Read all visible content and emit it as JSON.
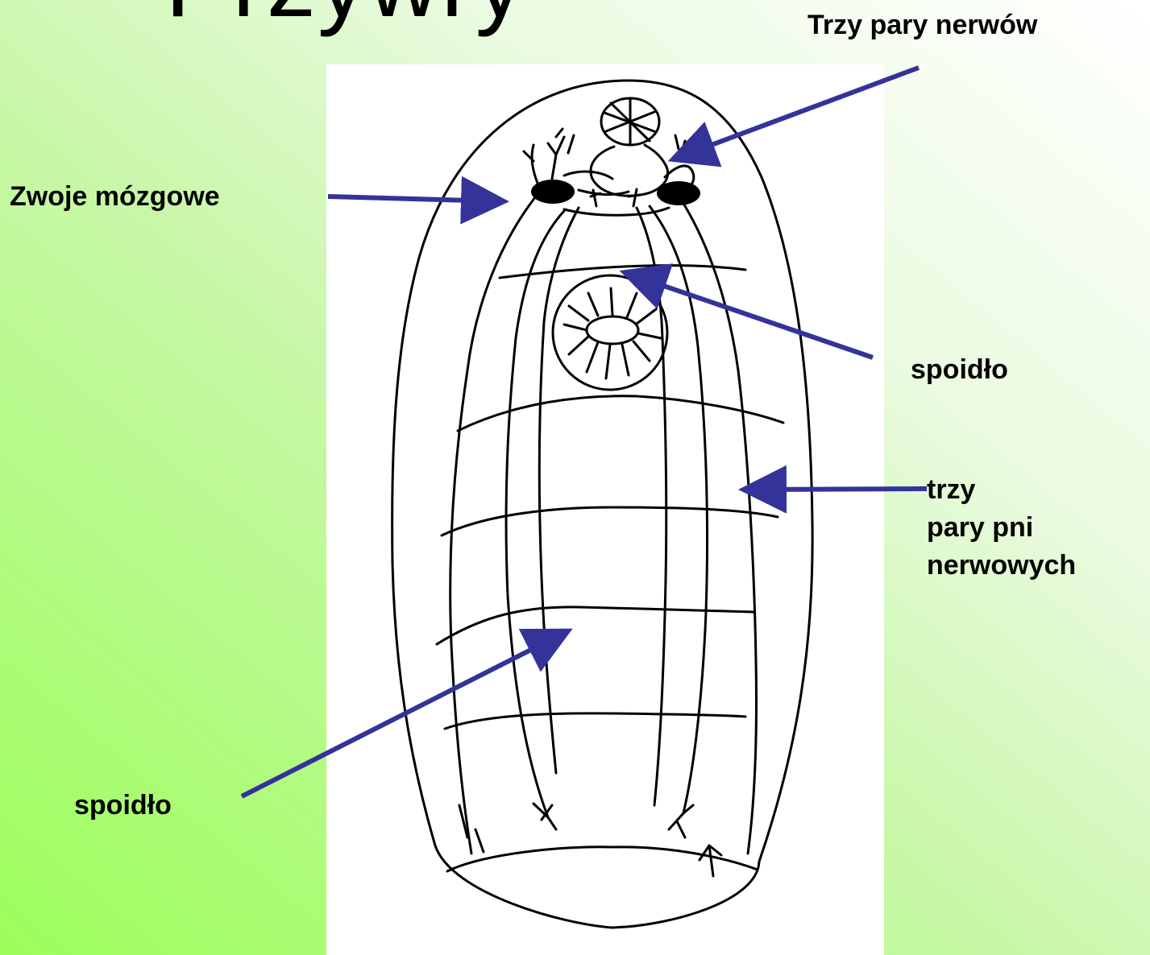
{
  "slide": {
    "title": "Przywry",
    "colors": {
      "background_gradient_start": "#9cff5a",
      "background_gradient_end": "#ffffff",
      "arrow": "#33339a",
      "drawing": "#000000",
      "panel": "#ffffff"
    }
  },
  "labels": {
    "nerve_pairs": "Trzy pary nerwów",
    "cerebral_ganglia": "Zwoje mózgowe",
    "commissure_right": "spoidło",
    "trunks_line1": "trzy",
    "trunks_line2": "pary pni",
    "trunks_line3": "nerwowych",
    "commissure_left": "spoidło"
  }
}
